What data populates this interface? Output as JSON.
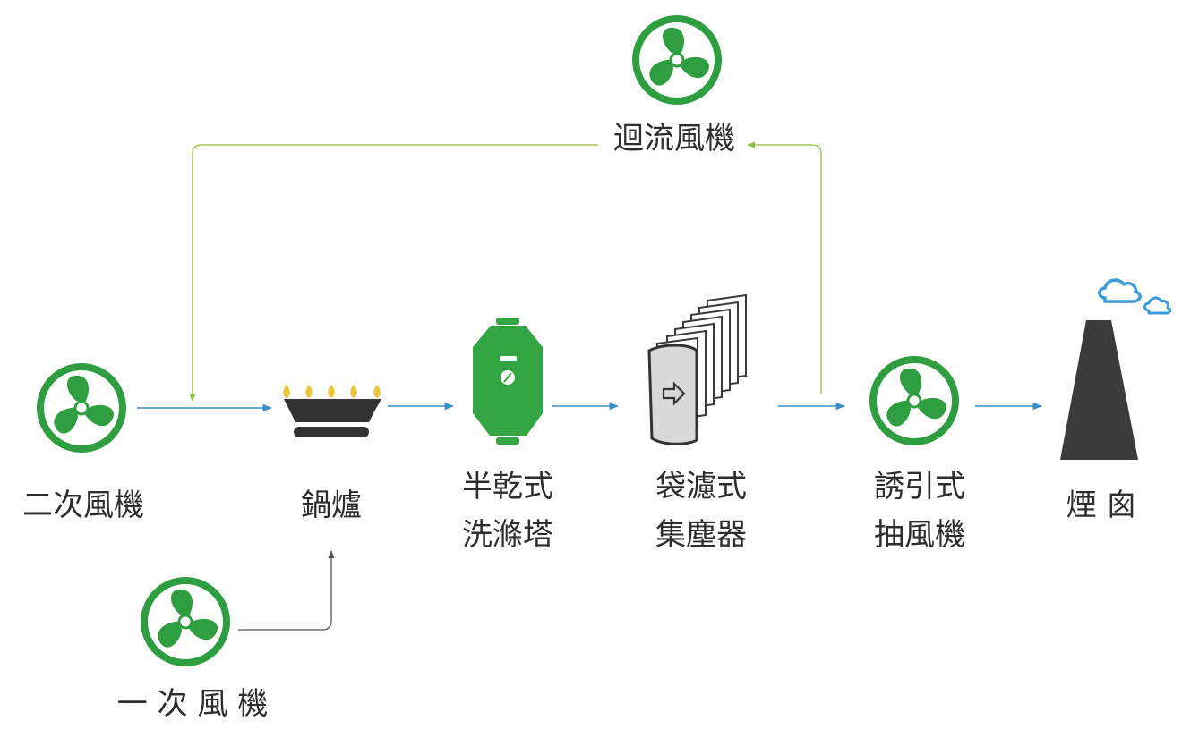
{
  "diagram": {
    "title": "",
    "nodes": {
      "secondary_fan": {
        "label": "二次風機",
        "icon": "fan-icon"
      },
      "primary_fan": {
        "label": "一 次 風 機",
        "icon": "fan-icon"
      },
      "boiler": {
        "label": "鍋爐",
        "icon": "burner-icon"
      },
      "scrubber": {
        "label_line1": "半乾式",
        "label_line2": "洗滌塔",
        "icon": "scrubber-tank-icon"
      },
      "baghouse": {
        "label_line1": "袋濾式",
        "label_line2": "集塵器",
        "icon": "bag-filter-icon"
      },
      "id_fan": {
        "label_line1": "誘引式",
        "label_line2": "抽風機",
        "icon": "fan-icon"
      },
      "recirc_fan": {
        "label": "迴流風機",
        "icon": "fan-icon"
      },
      "stack": {
        "label": "煙 囪",
        "icon": "chimney-icon"
      }
    },
    "edges": [
      {
        "from": "secondary_fan",
        "to": "boiler",
        "kind": "main"
      },
      {
        "from": "primary_fan",
        "to": "boiler",
        "kind": "primary"
      },
      {
        "from": "boiler",
        "to": "scrubber",
        "kind": "main"
      },
      {
        "from": "scrubber",
        "to": "baghouse",
        "kind": "main"
      },
      {
        "from": "baghouse",
        "to": "id_fan",
        "kind": "main"
      },
      {
        "from": "id_fan",
        "to": "stack",
        "kind": "main"
      },
      {
        "from": "id_fan",
        "to": "recirc_fan",
        "kind": "recirculation"
      },
      {
        "from": "recirc_fan",
        "to": "secondary_fan_line",
        "kind": "recirculation"
      }
    ],
    "colors": {
      "fan_green": "#2e9e40",
      "scrubber_green": "#33a543",
      "flow_blue": "#3a8fc4",
      "recirc_green": "#8cbf3f",
      "primary_gray": "#555555",
      "flame_yellow": "#e8c53a",
      "dark": "#2d2d2d",
      "cloud_blue": "#3b9ad9"
    }
  }
}
